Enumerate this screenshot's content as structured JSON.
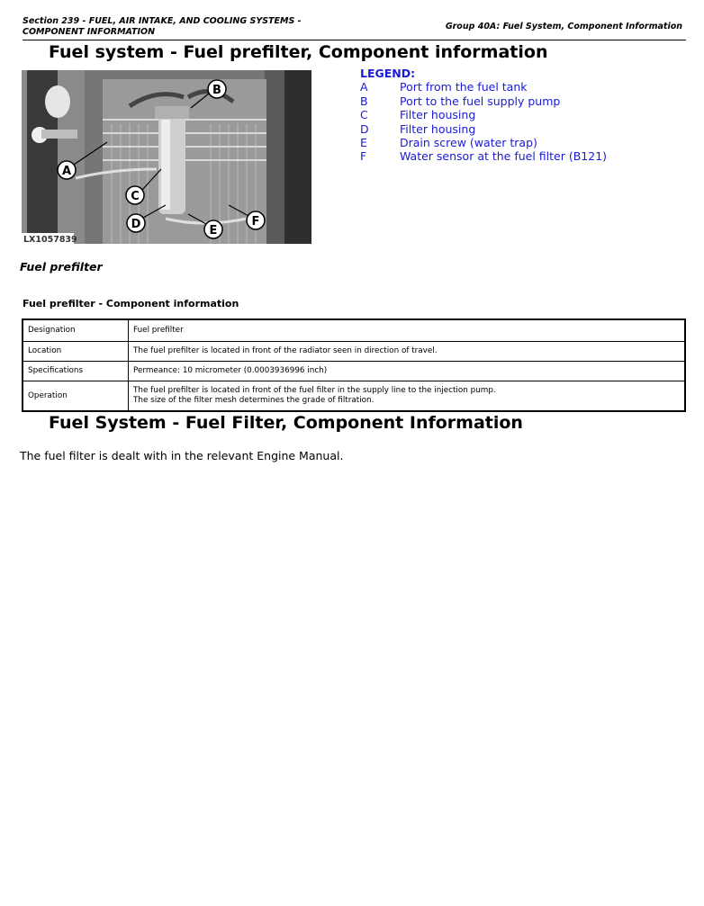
{
  "header": {
    "section": "Section 239 - FUEL, AIR INTAKE, AND COOLING SYSTEMS - COMPONENT INFORMATION",
    "group": "Group 40A: Fuel System, Component Information"
  },
  "section1": {
    "title": "Fuel system - Fuel prefilter, Component information",
    "figure": {
      "image_label": "LX1057839",
      "callouts": [
        "A",
        "B",
        "C",
        "D",
        "E",
        "F"
      ]
    },
    "legend": {
      "title": "LEGEND:",
      "items": [
        {
          "letter": "A",
          "text": "Port from the fuel tank"
        },
        {
          "letter": "B",
          "text": "Port to the fuel supply pump"
        },
        {
          "letter": "C",
          "text": "Filter housing"
        },
        {
          "letter": "D",
          "text": "Filter housing"
        },
        {
          "letter": "E",
          "text": "Drain screw (water trap)"
        },
        {
          "letter": "F",
          "text": "Water sensor at the fuel filter (B121)"
        }
      ]
    },
    "caption": "Fuel prefilter",
    "table_title": "Fuel prefilter - Component information",
    "table": [
      {
        "key": "Designation",
        "lines": [
          "Fuel prefilter"
        ]
      },
      {
        "key": "Location",
        "lines": [
          "The fuel prefilter is located in front of the radiator seen in direction of travel."
        ]
      },
      {
        "key": "Specifications",
        "lines": [
          "Permeance: 10 micrometer (0.0003936996 inch)"
        ]
      },
      {
        "key": "Operation",
        "lines": [
          "The fuel prefilter is located in front of the fuel filter in the supply line to the injection pump.",
          "The size of the filter mesh determines the grade of filtration."
        ]
      }
    ]
  },
  "section2": {
    "title": "Fuel System - Fuel Filter, Component Information",
    "body": "The fuel filter is dealt with in the relevant Engine Manual."
  }
}
